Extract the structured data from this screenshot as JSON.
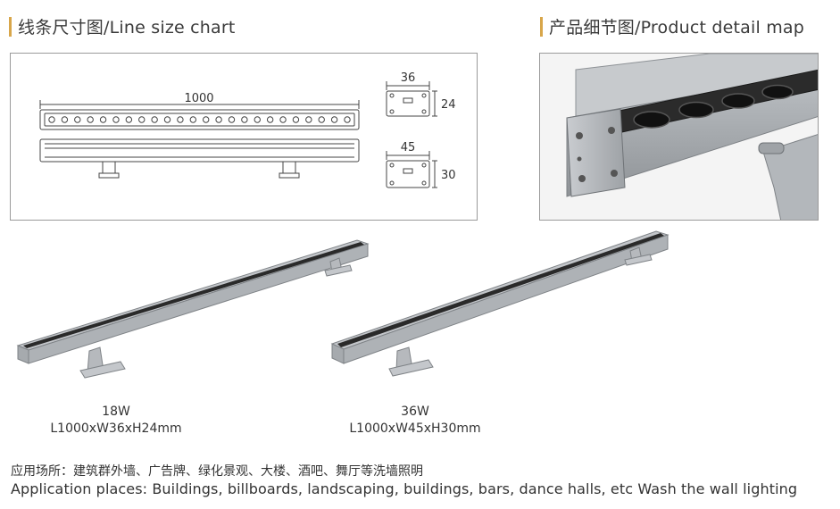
{
  "sections": {
    "line_size_chart": "线条尺寸图/Line size chart",
    "product_detail_map": "产品细节图/Product detail map"
  },
  "drawing": {
    "length_label": "1000",
    "profile_small": {
      "width_label": "36",
      "height_label": "24"
    },
    "profile_large": {
      "width_label": "45",
      "height_label": "30"
    }
  },
  "products": [
    {
      "power": "18W",
      "dimensions": "L1000xW36xH24mm"
    },
    {
      "power": "36W",
      "dimensions": "L1000xW45xH30mm"
    }
  ],
  "application": {
    "cn": "应用场所：建筑群外墙、广告牌、绿化景观、大楼、酒吧、舞厅等洗墙照明",
    "en": "Application places: Buildings, billboards, landscaping, buildings, bars, dance halls, etc Wash the wall lighting"
  },
  "colors": {
    "accent_bar": "#d8a64a",
    "housing": "#b9bcc0",
    "lens_strip": "#2a2a2a"
  }
}
